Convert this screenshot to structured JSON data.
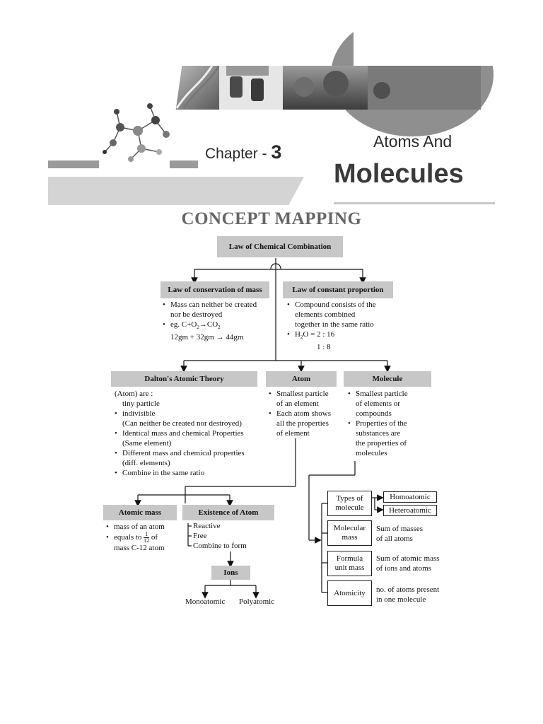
{
  "header": {
    "chapter_prefix": "Chapter -",
    "chapter_number": "3",
    "title_line1": "Atoms And",
    "title_line2": "Molecules",
    "heading": "CONCEPT MAPPING"
  },
  "map": {
    "root": "Law of Chemical Combination",
    "conservation": {
      "title": "Law of conservation of mass",
      "points": [
        "Mass can neither be created",
        "nor be destroyed"
      ],
      "eg_prefix": "eg. C+O",
      "eg_sub1": "2",
      "eg_arrow": "→",
      "eg_result": "CO",
      "eg_sub2": "2",
      "eg_masses": "12gm + 32gm → 44gm"
    },
    "constant": {
      "title": "Law of constant proportion",
      "lines": [
        "Compound consists of the",
        "elements combined",
        "together in the same ratio"
      ],
      "ratio_prefix": "H",
      "ratio_sub": "2",
      "ratio_suffix": "O = 2 : 16",
      "ratio_line2": "1 : 8"
    },
    "dalton": {
      "title": "Dalton's Atomic Theory",
      "intro": "(Atom) are :",
      "intro2": "tiny particle",
      "p1": "indivisible",
      "p1b": "(Can neither be created nor destroyed)",
      "p2": "Identical mass and chemical Properties",
      "p2b": "(Same element)",
      "p3": "Different mass and chemical properties",
      "p3b": "(diff. elements)",
      "p4": "Combine in the same ratio"
    },
    "atom": {
      "title": "Atom",
      "p1": "Smallest particle",
      "p1b": "of an element",
      "p2": "Each atom shows",
      "p2b": "all the properties",
      "p2c": "of element"
    },
    "molecule": {
      "title": "Molecule",
      "p1": "Smallest particle",
      "p1b": "of elements or",
      "p1c": "compounds",
      "p2": "Properties of the",
      "p2b": "substances are",
      "p2c": "the properties of",
      "p2d": "molecules"
    },
    "atomic_mass": {
      "title": "Atomic mass",
      "p1": "mass of an atom",
      "p2_prefix": "equals to",
      "frac_num": "1",
      "frac_den": "12",
      "p2_suffix": "of",
      "p2b": "mass C-12 atom"
    },
    "existence": {
      "title": "Existence of Atom",
      "items": [
        "Reactive",
        "Free",
        "Combine to form"
      ]
    },
    "ions": {
      "title": "Ions",
      "left": "Monoatomic",
      "right": "Polyatomic"
    },
    "molecule_types": {
      "types_label_1": "Types of",
      "types_label_2": "molecule",
      "homo": "Homoatomic",
      "hetero": "Heteroatomic",
      "molecular_1": "Molecular",
      "molecular_2": "mass",
      "molecular_desc_1": "Sum of masses",
      "molecular_desc_2": "of all atoms",
      "formula_1": "Formula",
      "formula_2": "unit mass",
      "formula_desc_1": "Sum of atomic mass",
      "formula_desc_2": "of ions and atoms",
      "atomicity": "Atomicity",
      "atomicity_desc_1": "no. of atoms present",
      "atomicity_desc_2": "in one molecule"
    }
  }
}
